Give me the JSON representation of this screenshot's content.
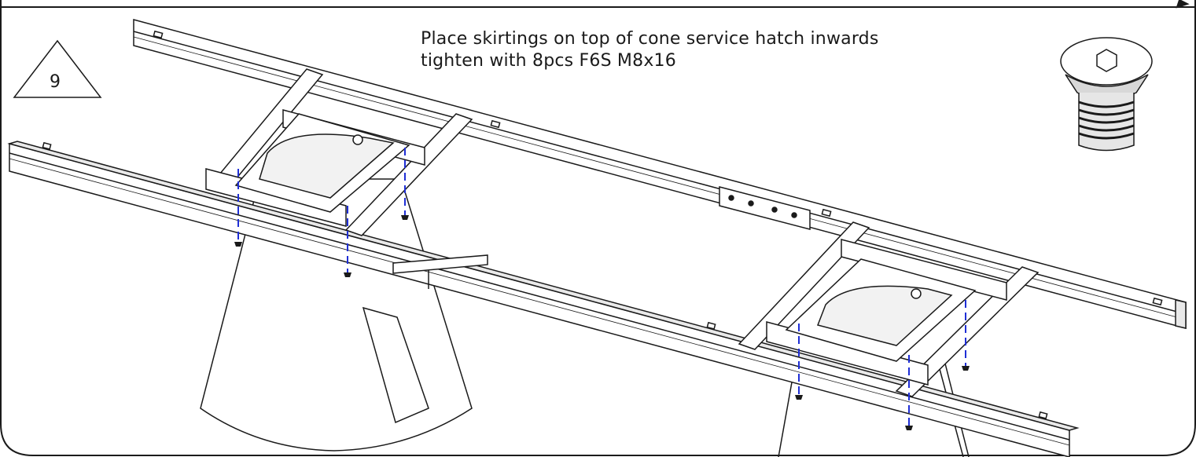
{
  "step": {
    "number": "9",
    "instruction_line1": "Place skirtings on top of cone service hatch inwards",
    "instruction_line2": "tighten with 8pcs F6S M8x16"
  },
  "colors": {
    "line": "#1a1a1a",
    "screw_guide": "#1f2fd6",
    "frame_fill": "#ffffff",
    "shade": "#e9e9e9"
  },
  "icons": {
    "screw": "countersunk-hex-screw-icon"
  }
}
